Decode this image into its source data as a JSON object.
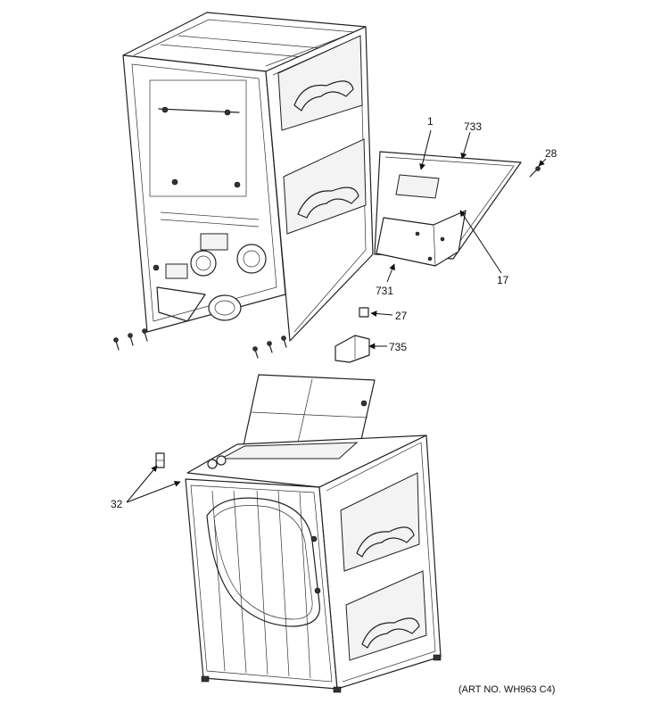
{
  "callouts": {
    "c1": "1",
    "c733": "733",
    "c28": "28",
    "c17": "17",
    "c731": "731",
    "c27": "27",
    "c735": "735",
    "c32": "32"
  },
  "art_number": "(ART NO. WH963 C4)"
}
